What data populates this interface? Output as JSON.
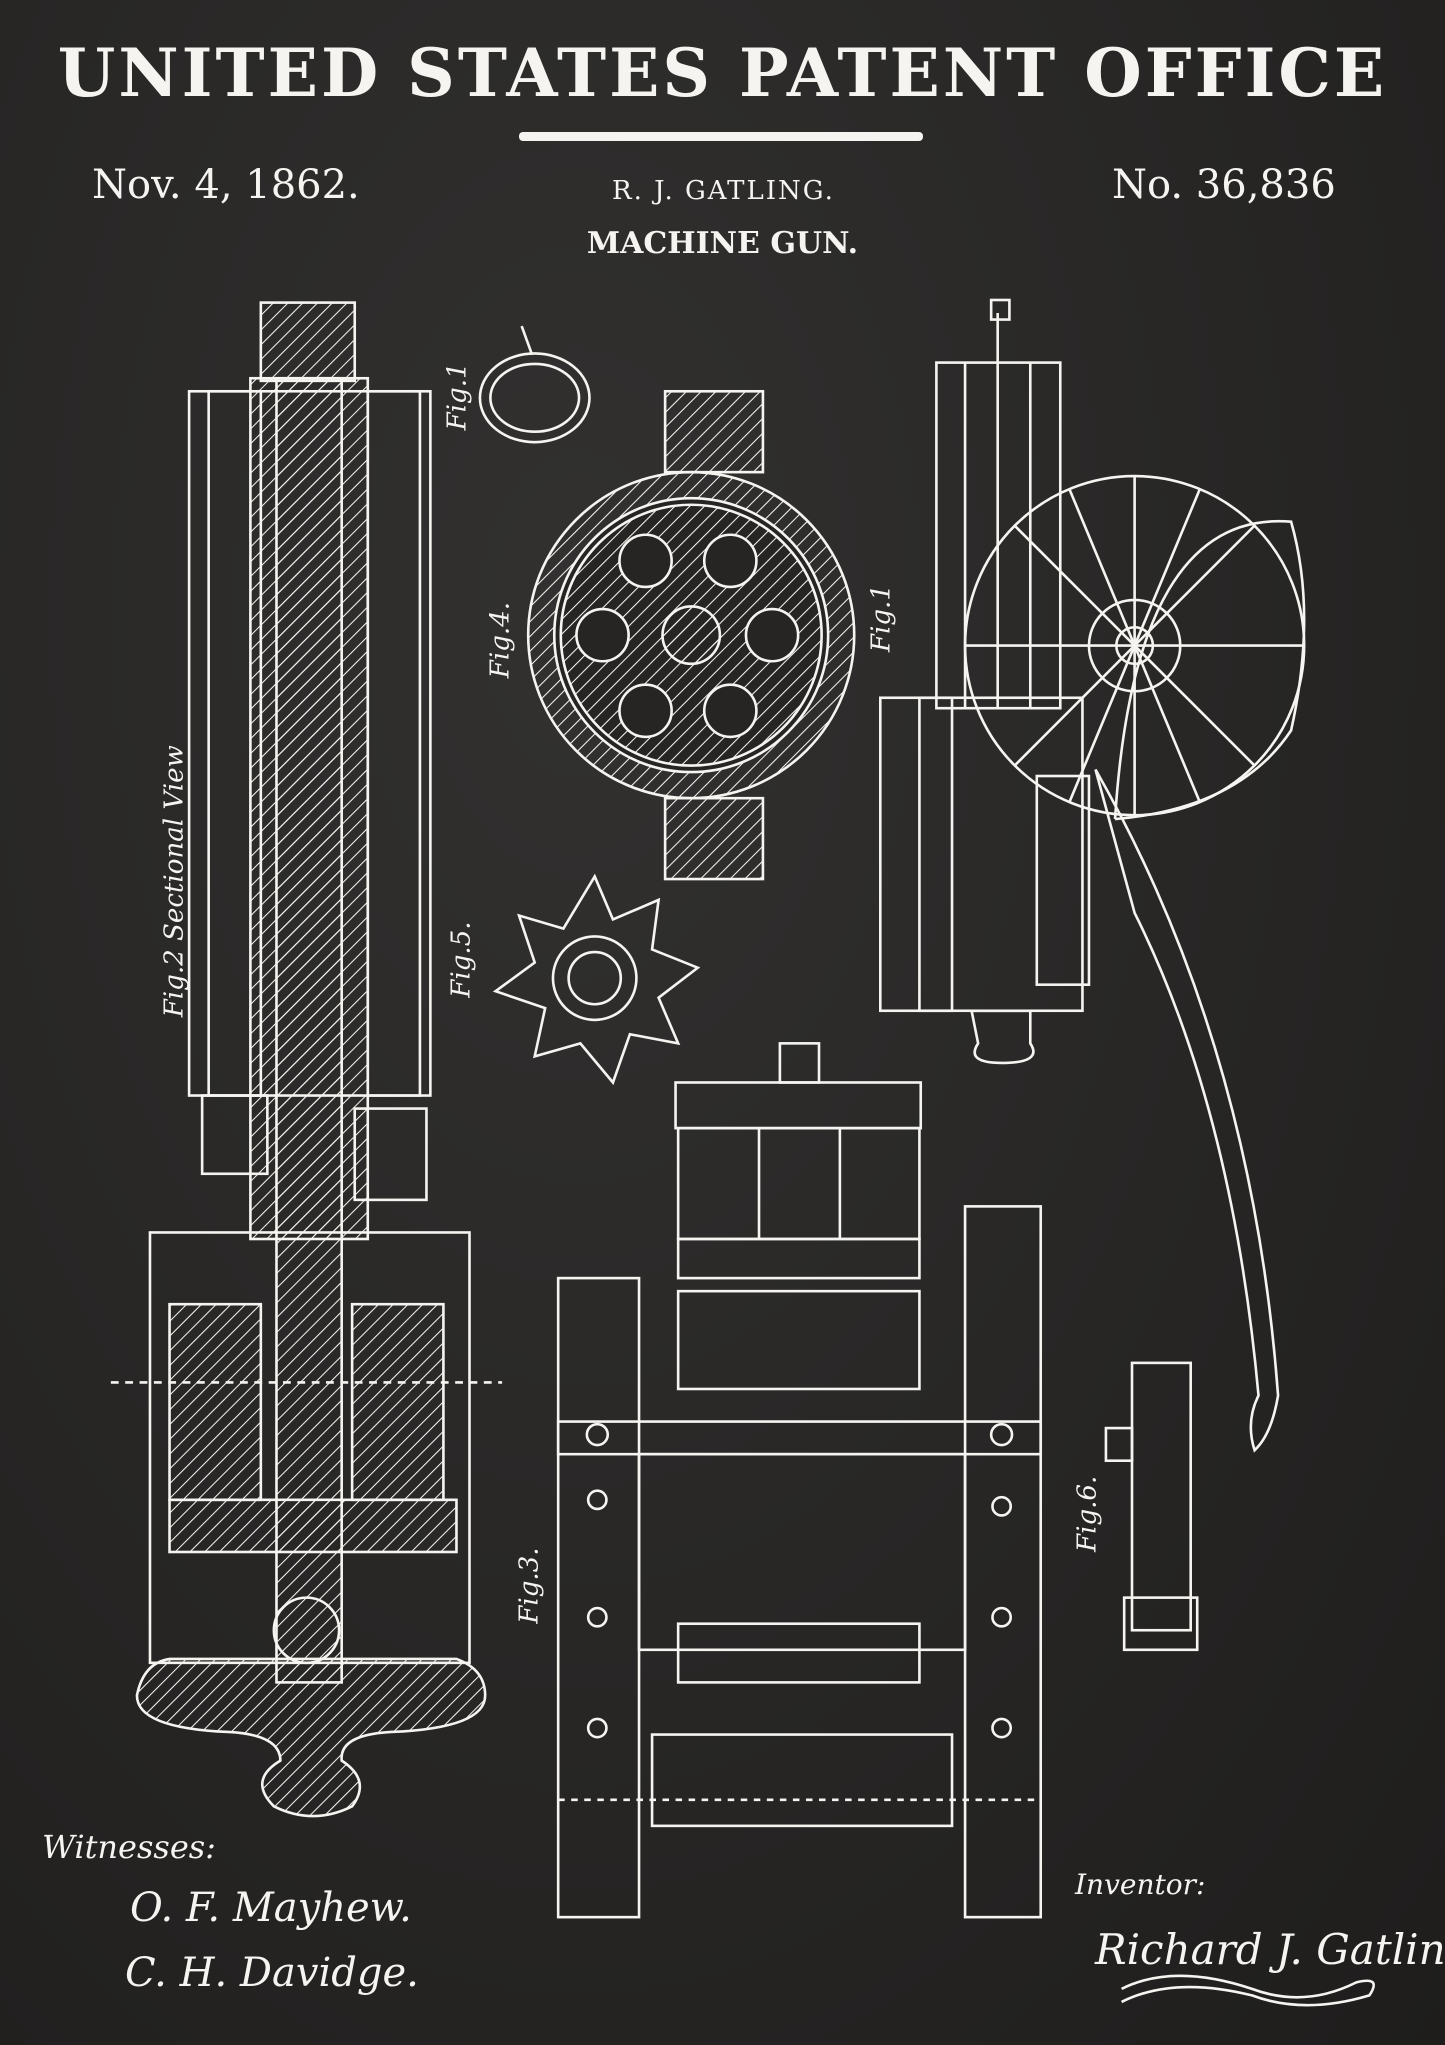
{
  "header": {
    "title": "UNITED STATES PATENT OFFICE",
    "date": "Nov. 4, 1862.",
    "inventor_name": "R. J. GATLING.",
    "patent_number": "No. 36,836",
    "subject": "MACHINE GUN."
  },
  "figures": {
    "fig1": "Fig.1",
    "fig2": "Fig.2 Sectional View",
    "fig3": "Fig.3.",
    "fig4": "Fig.4.",
    "fig5": "Fig.5.",
    "fig6": "Fig.6."
  },
  "signatures": {
    "witnesses_label": "Witnesses:",
    "witness_1": "O. F. Mayhew.",
    "witness_2": "C. H. Davidge.",
    "inventor_label": "Inventor:",
    "inventor_signature": "Richard J. Gatling"
  },
  "colors": {
    "background": "#262524",
    "ink": "#f6f4f0"
  }
}
